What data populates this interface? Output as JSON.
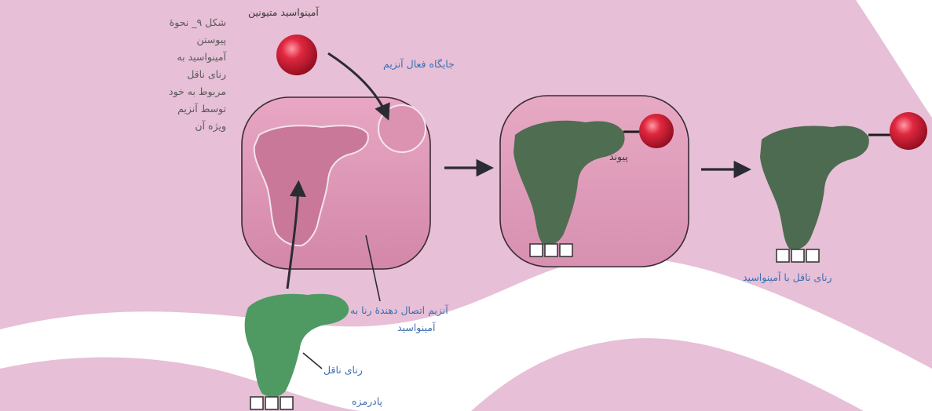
{
  "caption": "شکل ۹_ نحوهٔ پیوستن آمینواسید به رنای ناقل مربوط به خود توسط آنزیم ویژه آن",
  "labels": {
    "specific_amino_acid": "آمینواسید متیونین",
    "enzyme_active_site": "جایگاه فعال آنزیم",
    "bond": "پیوند",
    "trna_with_amino_acid": "رنای ناقل با آمینواسید",
    "enzyme_line1": "آنزیم اتصال دهندهٔ رنا به",
    "enzyme_line2": "آمینواسید",
    "trna": "رنای ناقل",
    "anticodon": "پادرمزه"
  },
  "colors": {
    "background": "#e7bfd6",
    "enzyme_fill": "#d48fae",
    "trna_uncharged": "#4f9a62",
    "trna_charged": "#4d6b50",
    "amino_acid": "#d2203a",
    "label_blue": "#3d6fb2"
  }
}
